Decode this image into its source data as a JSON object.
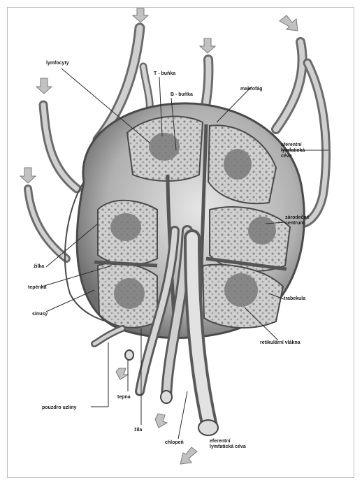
{
  "labels": {
    "lymfocyty": "lymfocyty",
    "t_bunka": "T - buňka",
    "b_bunka": "B - buňka",
    "makrofag": "makrofág",
    "aferentni_1": "aferentní",
    "aferentni_2": "lymfatická",
    "aferentni_3": "céva",
    "zarodecne_1": "zárodečné",
    "zarodecne_2": "centrum",
    "zilka": "žilka",
    "tepenka": "tepénka",
    "sinusy": "sinusy",
    "trabekula": "trabekula",
    "retikularni": "retikulární vlákna",
    "pouzdro": "pouzdro uzliny",
    "tepna": "tepna",
    "zila": "žíla",
    "chlopen": "chlopeň",
    "eferentni_1": "eferentní",
    "eferentni_2": "lymfatická céva"
  },
  "colors": {
    "ink": "#1a1a1a",
    "capsule": "#8c8c8c",
    "shade": "#5a5a5a",
    "light": "#d9d9d9",
    "arrow": "#b5b5b5"
  },
  "icons": [
    "flow-arrow-icon"
  ]
}
